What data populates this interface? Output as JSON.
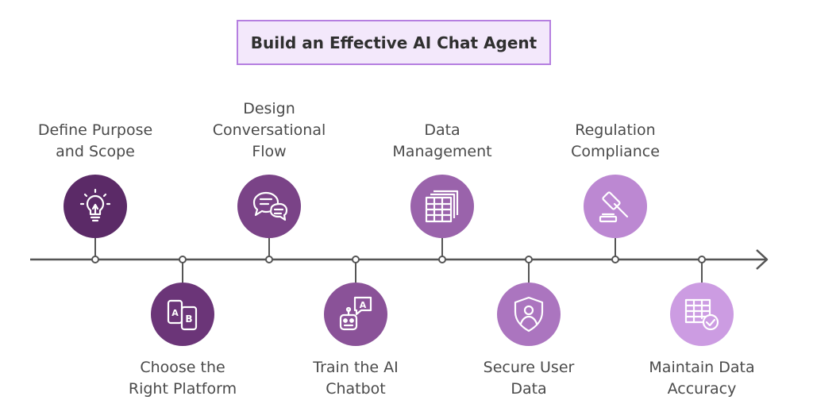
{
  "title": "Build an Effective AI Chat Agent",
  "colors": {
    "axis": "#555555",
    "title_fill": "#f3e8fb",
    "title_border": "#b57fe0"
  },
  "steps": [
    {
      "label": "Define Purpose\nand Scope",
      "icon": "lightbulb-icon",
      "color": "#5b2a67",
      "position": "above"
    },
    {
      "label": "Choose the\nRight Platform",
      "icon": "ab-devices-icon",
      "color": "#6b3578",
      "position": "below"
    },
    {
      "label": "Design\nConversational\nFlow",
      "icon": "chat-bubbles-icon",
      "color": "#7a4387",
      "position": "above"
    },
    {
      "label": "Train the AI\nChatbot",
      "icon": "robot-icon",
      "color": "#8a5298",
      "position": "below"
    },
    {
      "label": "Data\nManagement",
      "icon": "spreadsheet-stack-icon",
      "color": "#9a63ab",
      "position": "above"
    },
    {
      "label": "Secure User\nData",
      "icon": "shield-user-icon",
      "color": "#ab75bf",
      "position": "below"
    },
    {
      "label": "Regulation\nCompliance",
      "icon": "gavel-icon",
      "color": "#bc88d2",
      "position": "above"
    },
    {
      "label": "Maintain Data\nAccuracy",
      "icon": "table-check-icon",
      "color": "#cc9ce2",
      "position": "below"
    }
  ]
}
